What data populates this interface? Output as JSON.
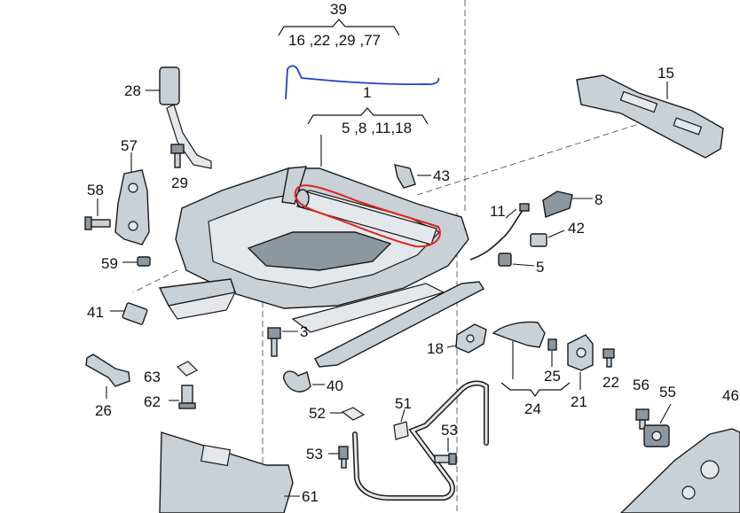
{
  "diagram": {
    "callouts": [
      {
        "id": "39",
        "text": "39"
      },
      {
        "id": "39-sub",
        "text": "16 ,22 ,29 ,77"
      },
      {
        "id": "1",
        "text": "1"
      },
      {
        "id": "1-sub",
        "text": "5 ,8 ,11,18"
      },
      {
        "id": "15",
        "text": "15"
      },
      {
        "id": "28",
        "text": "28"
      },
      {
        "id": "57",
        "text": "57"
      },
      {
        "id": "58",
        "text": "58"
      },
      {
        "id": "29",
        "text": "29"
      },
      {
        "id": "43",
        "text": "43"
      },
      {
        "id": "11",
        "text": "11"
      },
      {
        "id": "8",
        "text": "8"
      },
      {
        "id": "42",
        "text": "42"
      },
      {
        "id": "5",
        "text": "5"
      },
      {
        "id": "59",
        "text": "59"
      },
      {
        "id": "41",
        "text": "41"
      },
      {
        "id": "3",
        "text": "3"
      },
      {
        "id": "18",
        "text": "18"
      },
      {
        "id": "63",
        "text": "63"
      },
      {
        "id": "40",
        "text": "40"
      },
      {
        "id": "25",
        "text": "25"
      },
      {
        "id": "22",
        "text": "22"
      },
      {
        "id": "62",
        "text": "62"
      },
      {
        "id": "21",
        "text": "21"
      },
      {
        "id": "24",
        "text": "24"
      },
      {
        "id": "56",
        "text": "56"
      },
      {
        "id": "55",
        "text": "55"
      },
      {
        "id": "46",
        "text": "46"
      },
      {
        "id": "26",
        "text": "26"
      },
      {
        "id": "51",
        "text": "51"
      },
      {
        "id": "52",
        "text": "52"
      },
      {
        "id": "53a",
        "text": "53"
      },
      {
        "id": "53b",
        "text": "53"
      },
      {
        "id": "61",
        "text": "61"
      }
    ],
    "annotations": {
      "highlight_color": "#e0241b",
      "pen_color": "#1f3fd0"
    }
  }
}
